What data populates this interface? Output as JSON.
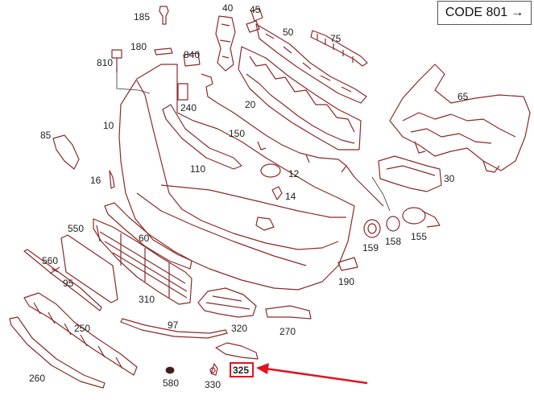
{
  "code_box": {
    "text": "CODE 801",
    "arrow": "→"
  },
  "labels": {
    "p185": "185",
    "p40": "40",
    "p45": "45",
    "p50": "50",
    "p75": "75",
    "p180": "180",
    "p810": "810",
    "p840": "840",
    "p65": "65",
    "p240": "240",
    "p20": "20",
    "p10": "10",
    "p150": "150",
    "p85": "85",
    "p110": "110",
    "p12": "12",
    "p14": "14",
    "p30": "30",
    "p16": "16",
    "p550": "550",
    "p60": "60",
    "p159": "159",
    "p158": "158",
    "p155": "155",
    "p560": "560",
    "p95": "95",
    "p190": "190",
    "p310": "310",
    "p97": "97",
    "p320": "320",
    "p270": "270",
    "p250": "250",
    "p260": "260",
    "p580": "580",
    "p330": "330",
    "p325": "325"
  },
  "highlight": {
    "part": "325",
    "color": "#e0141e"
  },
  "colors": {
    "line_art": "#8b2a2a",
    "text": "#222222"
  }
}
